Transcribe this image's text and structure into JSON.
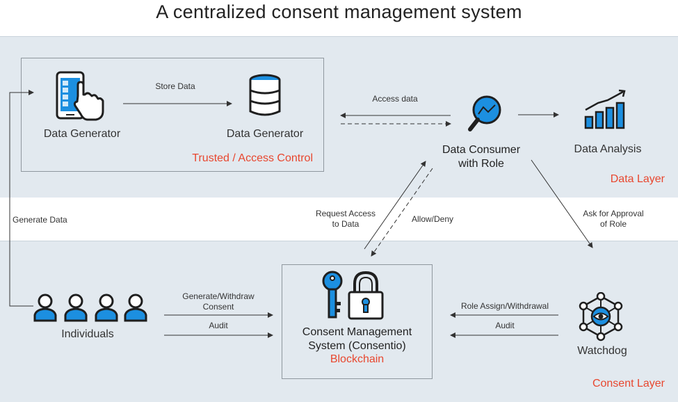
{
  "title": "A centralized consent management system",
  "nodes": {
    "generator1": "Data Generator",
    "generator2": "Data Generator",
    "trusted": "Trusted / Access Control",
    "consumer_line1": "Data Consumer",
    "consumer_line2": "with Role",
    "analysis": "Data Analysis",
    "individuals": "Individuals",
    "cms_line1": "Consent Management",
    "cms_line2": "System (Consentio)",
    "cms_tech": "Blockchain",
    "watchdog": "Watchdog"
  },
  "layers": {
    "data": "Data Layer",
    "consent": "Consent Layer"
  },
  "edges": {
    "store": "Store Data",
    "access": "Access data",
    "generate": "Generate Data",
    "request_line1": "Request Access",
    "request_line2": "to Data",
    "allow": "Allow/Deny",
    "approval_line1": "Ask for Approval",
    "approval_line2": "of Role",
    "withdraw_line1": "Generate/Withdraw",
    "withdraw_line2": "Consent",
    "audit1": "Audit",
    "role": "Role Assign/Withdrawal",
    "audit2": "Audit"
  },
  "colors": {
    "accent": "#1c8fe0",
    "dark": "#1f1f1f",
    "red": "#e8472f",
    "band": "#e2e9ef"
  },
  "icons": [
    "phone-touch-icon",
    "database-icon",
    "magnifier-chart-icon",
    "bar-chart-icon",
    "user-icon",
    "key-lock-icon",
    "network-eye-icon"
  ]
}
